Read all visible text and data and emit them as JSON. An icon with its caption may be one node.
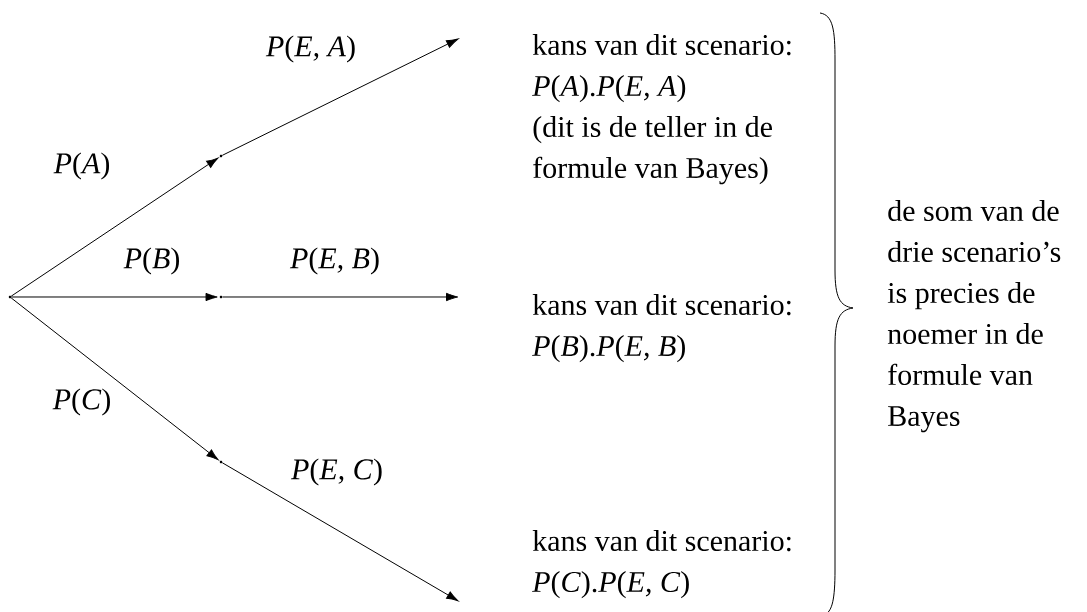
{
  "diagram": {
    "nodes": [
      {
        "text": [],
        "shape": "point"
      },
      {
        "text": [],
        "shape": "point"
      },
      {
        "text": [],
        "shape": "point"
      },
      {
        "text": [],
        "shape": "point"
      },
      {
        "text": [
          "kans van dit scenario:",
          "*P*(*A*).*P*(*E, A*)",
          "(dit is de teller in de formule van Bayes)"
        ]
      },
      {
        "text": [
          "kans van dit scenario:",
          "*P*(*B*).*P*(*E, B*)"
        ]
      },
      {
        "text": [
          "kans van dit scenario:",
          "*P*(*C*).*P*(*E, C*)"
        ]
      }
    ],
    "edges": [
      {
        "from": 0,
        "to": 1,
        "arrow": "to",
        "label": "*P*(*A*)"
      },
      {
        "from": 0,
        "to": 2,
        "arrow": "to",
        "label": "*P*(*B*)"
      },
      {
        "from": 0,
        "to": 3,
        "arrow": "to",
        "label": "*P*(*C*)"
      },
      {
        "from": 1,
        "to": 4,
        "arrow": "to",
        "label": "*P*(*E, A*)"
      },
      {
        "from": 2,
        "to": 5,
        "arrow": "to",
        "label": "*P*(*E, B*)"
      },
      {
        "from": 3,
        "to": 6,
        "arrow": "to",
        "label": "*P*(*E, C*)"
      }
    ],
    "labels": [
      "de som van de drie scenario’s is precies de noemer in de formule van Bayes"
    ]
  }
}
